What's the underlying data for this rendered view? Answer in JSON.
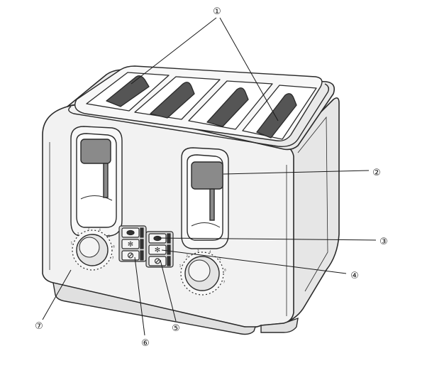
{
  "callouts": [
    {
      "id": "1",
      "label": "①"
    },
    {
      "id": "2",
      "label": "②"
    },
    {
      "id": "3",
      "label": "③"
    },
    {
      "id": "4",
      "label": "④"
    },
    {
      "id": "5",
      "label": "⑤"
    },
    {
      "id": "6",
      "label": "⑥"
    },
    {
      "id": "7",
      "label": "⑦"
    }
  ],
  "dial_ticks": [
    "1",
    "2",
    "3",
    "4",
    "5",
    "6",
    "7"
  ],
  "button_icons": [
    "bagel-icon",
    "defrost-icon",
    "cancel-icon"
  ],
  "colors": {
    "body_fill": "#f2f2f2",
    "body_stroke": "#2a2a2a",
    "lever": "#8a8a8a",
    "slot_inner": "#555555"
  }
}
